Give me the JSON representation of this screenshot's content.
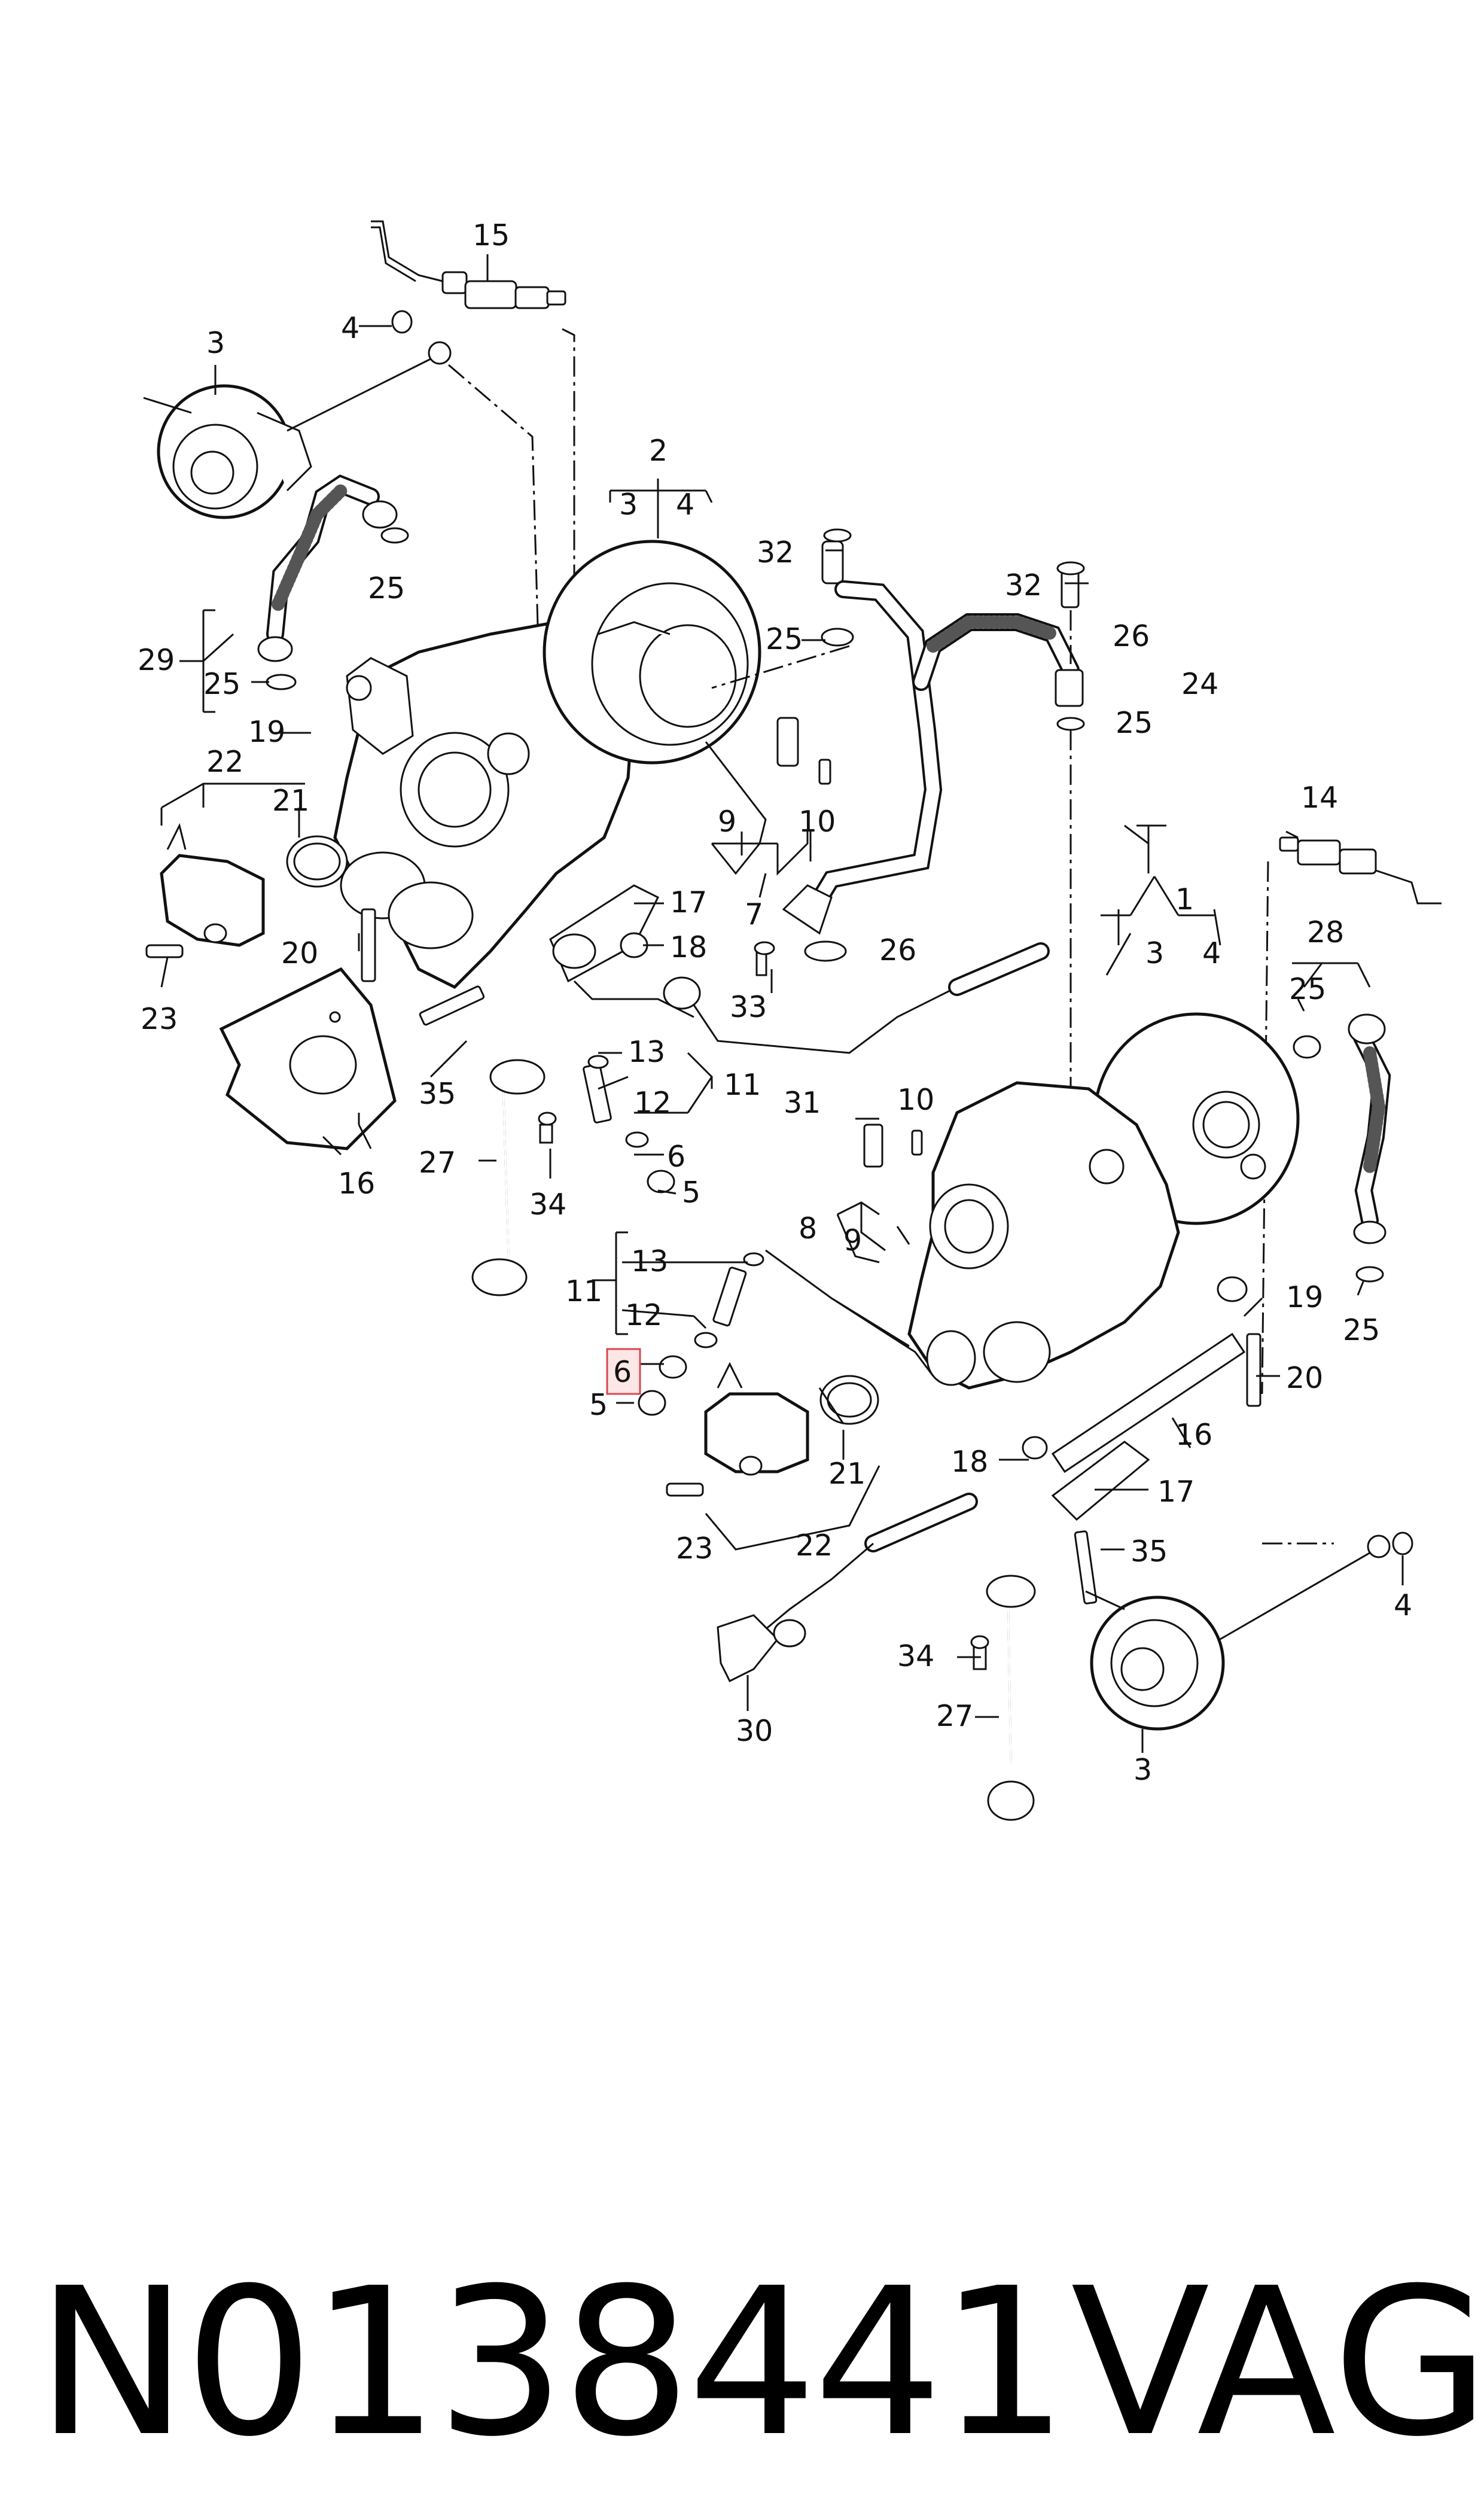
{
  "labels": {
    "l1": "1",
    "l2": "2",
    "l3a": "3",
    "l3b": "3",
    "l3c": "3",
    "l3d": "3",
    "l4a": "4",
    "l4b": "4",
    "l4c": "4",
    "l4d": "4",
    "l5a": "5",
    "l5b": "5",
    "l6a": "6",
    "l6b": "6",
    "l7": "7",
    "l8": "8",
    "l9a": "9",
    "l9b": "9",
    "l10a": "10",
    "l10b": "10",
    "l11a": "11",
    "l11b": "11",
    "l12a": "12",
    "l12b": "12",
    "l13a": "13",
    "l13b": "13",
    "l14": "14",
    "l15": "15",
    "l16a": "16",
    "l16b": "16",
    "l17a": "17",
    "l17b": "17",
    "l18a": "18",
    "l18b": "18",
    "l19a": "19",
    "l19b": "19",
    "l20a": "20",
    "l20b": "20",
    "l21a": "21",
    "l21b": "21",
    "l22a": "22",
    "l22b": "22",
    "l23a": "23",
    "l23b": "23",
    "l24": "24",
    "l25a": "25",
    "l25b": "25",
    "l25c": "25",
    "l25d": "25",
    "l25e": "25",
    "l25f": "25",
    "l26a": "26",
    "l26b": "26",
    "l27a": "27",
    "l27b": "27",
    "l28": "28",
    "l29": "29",
    "l30": "30",
    "l31": "31",
    "l32a": "32",
    "l32b": "32",
    "l33": "33",
    "l34a": "34",
    "l34b": "34",
    "l35a": "35",
    "l35b": "35"
  },
  "footer": {
    "part_number": "N0138441",
    "maker": "VAG"
  },
  "colors": {
    "ink": "#111111",
    "highlight_fill": "#fde6e6",
    "highlight_stroke": "#d9474f"
  }
}
